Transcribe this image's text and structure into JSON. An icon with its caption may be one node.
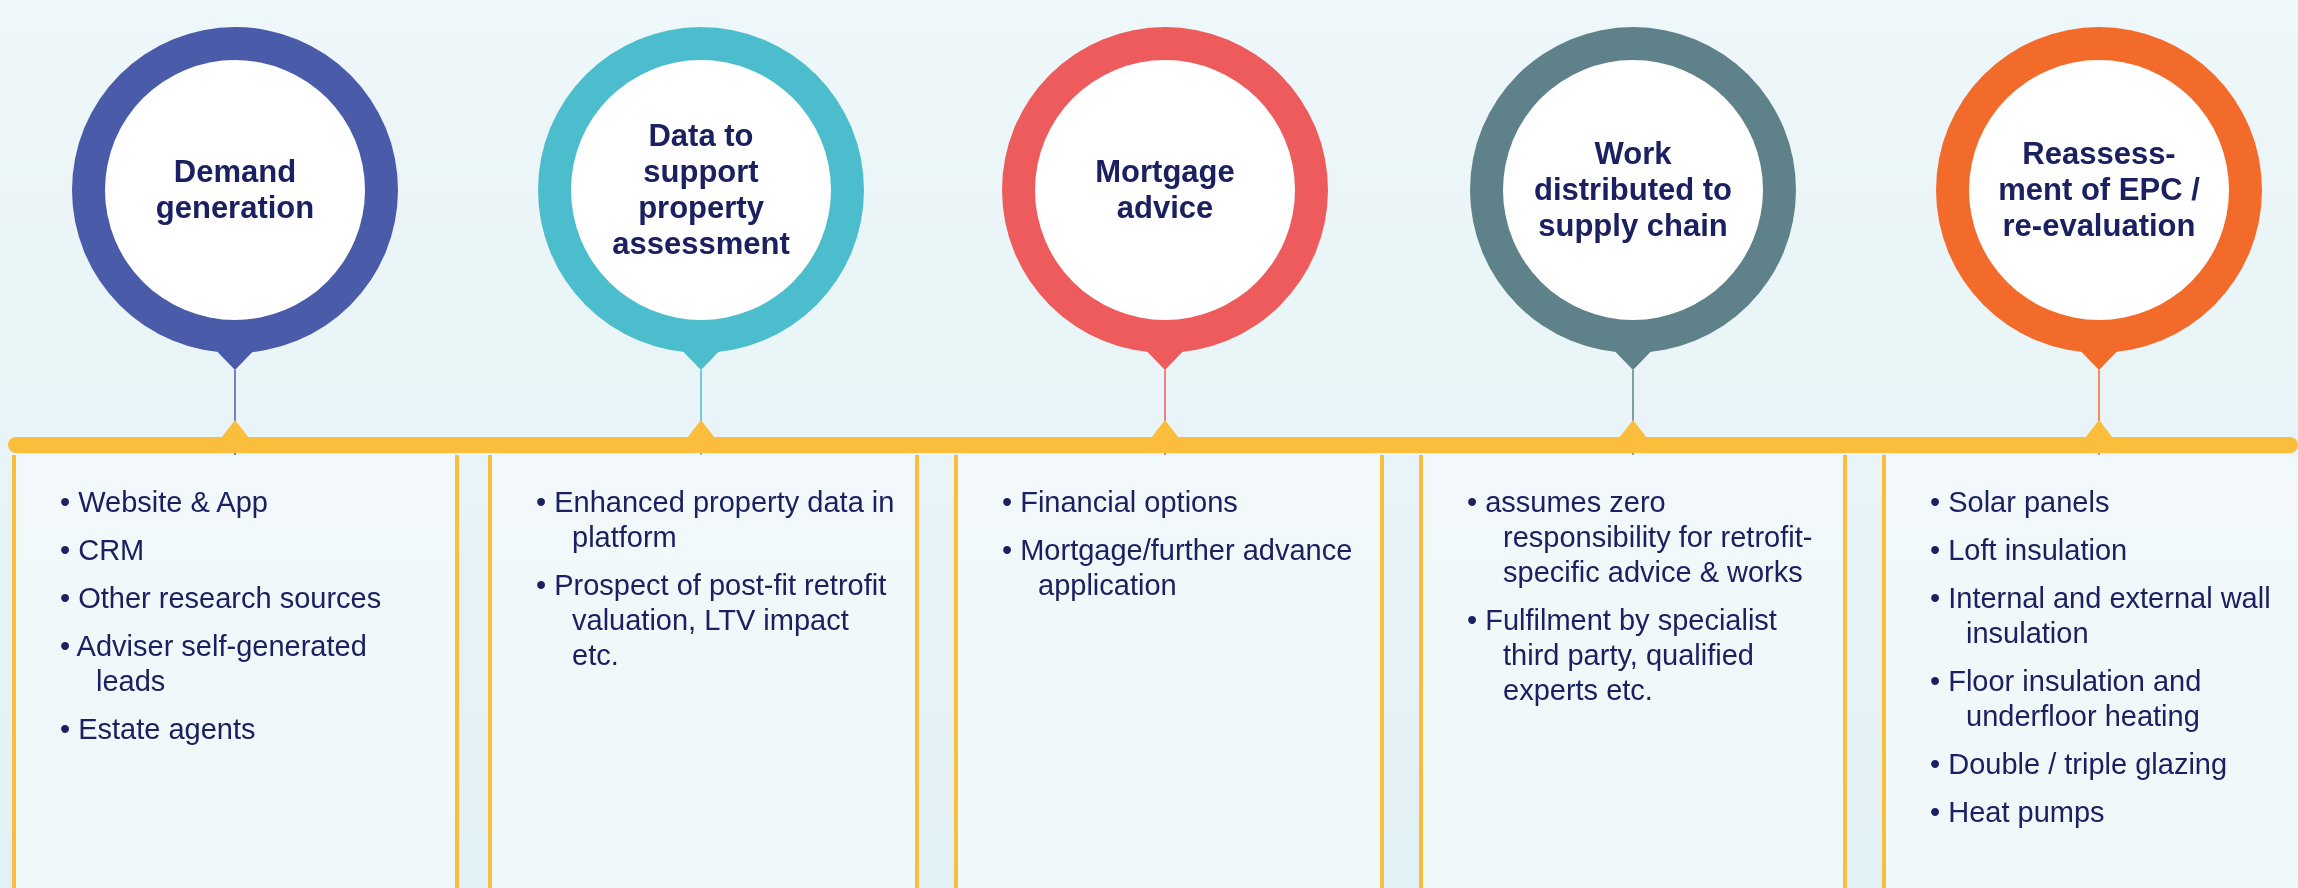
{
  "diagram": {
    "nodes": [
      {
        "text": [
          "Demand generation"
        ]
      },
      {
        "text": [
          "Data to support property assessment"
        ]
      },
      {
        "text": [
          "Mortgage advice"
        ]
      },
      {
        "text": [
          "Work distributed to supply chain"
        ]
      },
      {
        "text": [
          "Reassess-ment of EPC / re-evaluation"
        ]
      },
      {
        "text": [
          "• Website & App",
          "• CRM",
          "• Other research sources",
          "• Adviser self-generated leads",
          "• Estate agents"
        ]
      },
      {
        "text": [
          "• Enhanced property data in platform",
          "• Prospect of post-fit retrofit valuation, LTV impact etc."
        ]
      },
      {
        "text": [
          "• Financial options",
          "• Mortgage/further advance application"
        ]
      },
      {
        "text": [
          "• assumes zero responsibility for retrofit-specific advice & works",
          "• Fulfilment by specialist third party, qualified  experts etc."
        ]
      },
      {
        "text": [
          "• Solar panels",
          "• Loft insulation",
          "• Internal and external wall insulation",
          "• Floor insulation and underfloor heating",
          "• Double / triple glazing",
          "• Heat pumps"
        ]
      }
    ],
    "edges": [
      {
        "from": 0,
        "to": 5,
        "arrow": "none",
        "color": "#4a5ba9"
      },
      {
        "from": 1,
        "to": 6,
        "arrow": "none",
        "color": "#4bbdcd"
      },
      {
        "from": 2,
        "to": 7,
        "arrow": "none",
        "color": "#ee5b5c"
      },
      {
        "from": 3,
        "to": 8,
        "arrow": "none",
        "color": "#5f8189"
      },
      {
        "from": 4,
        "to": 9,
        "arrow": "none",
        "color": "#f36b2a"
      }
    ]
  }
}
